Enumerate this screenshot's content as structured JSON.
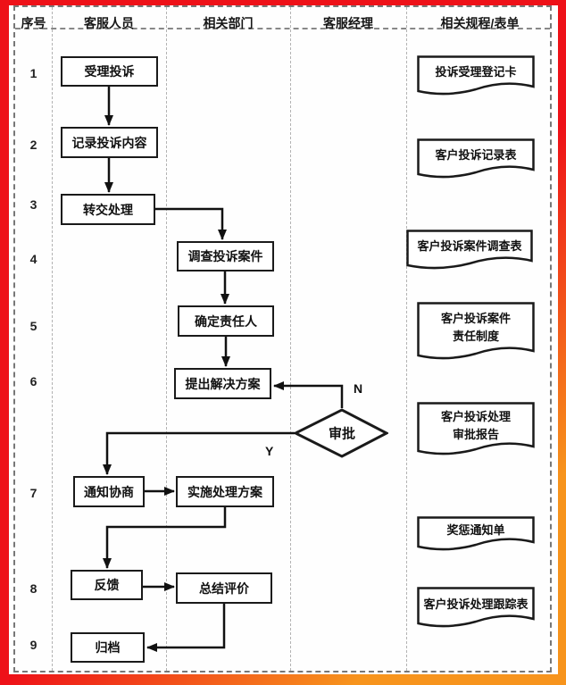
{
  "frame": {
    "red": "#ee1118",
    "orange": "#f7941d"
  },
  "table": {
    "headers": [
      "序号",
      "客服人员",
      "相关部门",
      "客服经理",
      "相关规程/表单"
    ],
    "row_numbers": [
      "1",
      "2",
      "3",
      "4",
      "5",
      "6",
      "7",
      "8",
      "9"
    ]
  },
  "flow": {
    "boxes": [
      {
        "id": "b1",
        "label": "受理投诉"
      },
      {
        "id": "b2",
        "label": "记录投诉内容"
      },
      {
        "id": "b3",
        "label": "转交处理"
      },
      {
        "id": "b4",
        "label": "调查投诉案件"
      },
      {
        "id": "b5",
        "label": "确定责任人"
      },
      {
        "id": "b6",
        "label": "提出解决方案"
      },
      {
        "id": "b7",
        "label": "通知协商"
      },
      {
        "id": "b8",
        "label": "实施处理方案"
      },
      {
        "id": "b9",
        "label": "反馈"
      },
      {
        "id": "b10",
        "label": "总结评价"
      },
      {
        "id": "b11",
        "label": "归档"
      }
    ],
    "decision": {
      "label": "审批"
    },
    "branch_labels": {
      "no": "N",
      "yes": "Y"
    },
    "documents": [
      {
        "id": "doc1",
        "lines": [
          "投诉受理登记卡"
        ]
      },
      {
        "id": "doc2",
        "lines": [
          "客户投诉记录表"
        ]
      },
      {
        "id": "doc3",
        "lines": [
          "客户投诉案件调查表"
        ]
      },
      {
        "id": "doc4",
        "lines": [
          "客户投诉案件",
          "责任制度"
        ]
      },
      {
        "id": "doc5",
        "lines": [
          "客户投诉处理",
          "审批报告"
        ]
      },
      {
        "id": "doc6",
        "lines": [
          "奖惩通知单"
        ]
      },
      {
        "id": "doc7",
        "lines": [
          "客户投诉处理跟踪表"
        ]
      }
    ]
  }
}
